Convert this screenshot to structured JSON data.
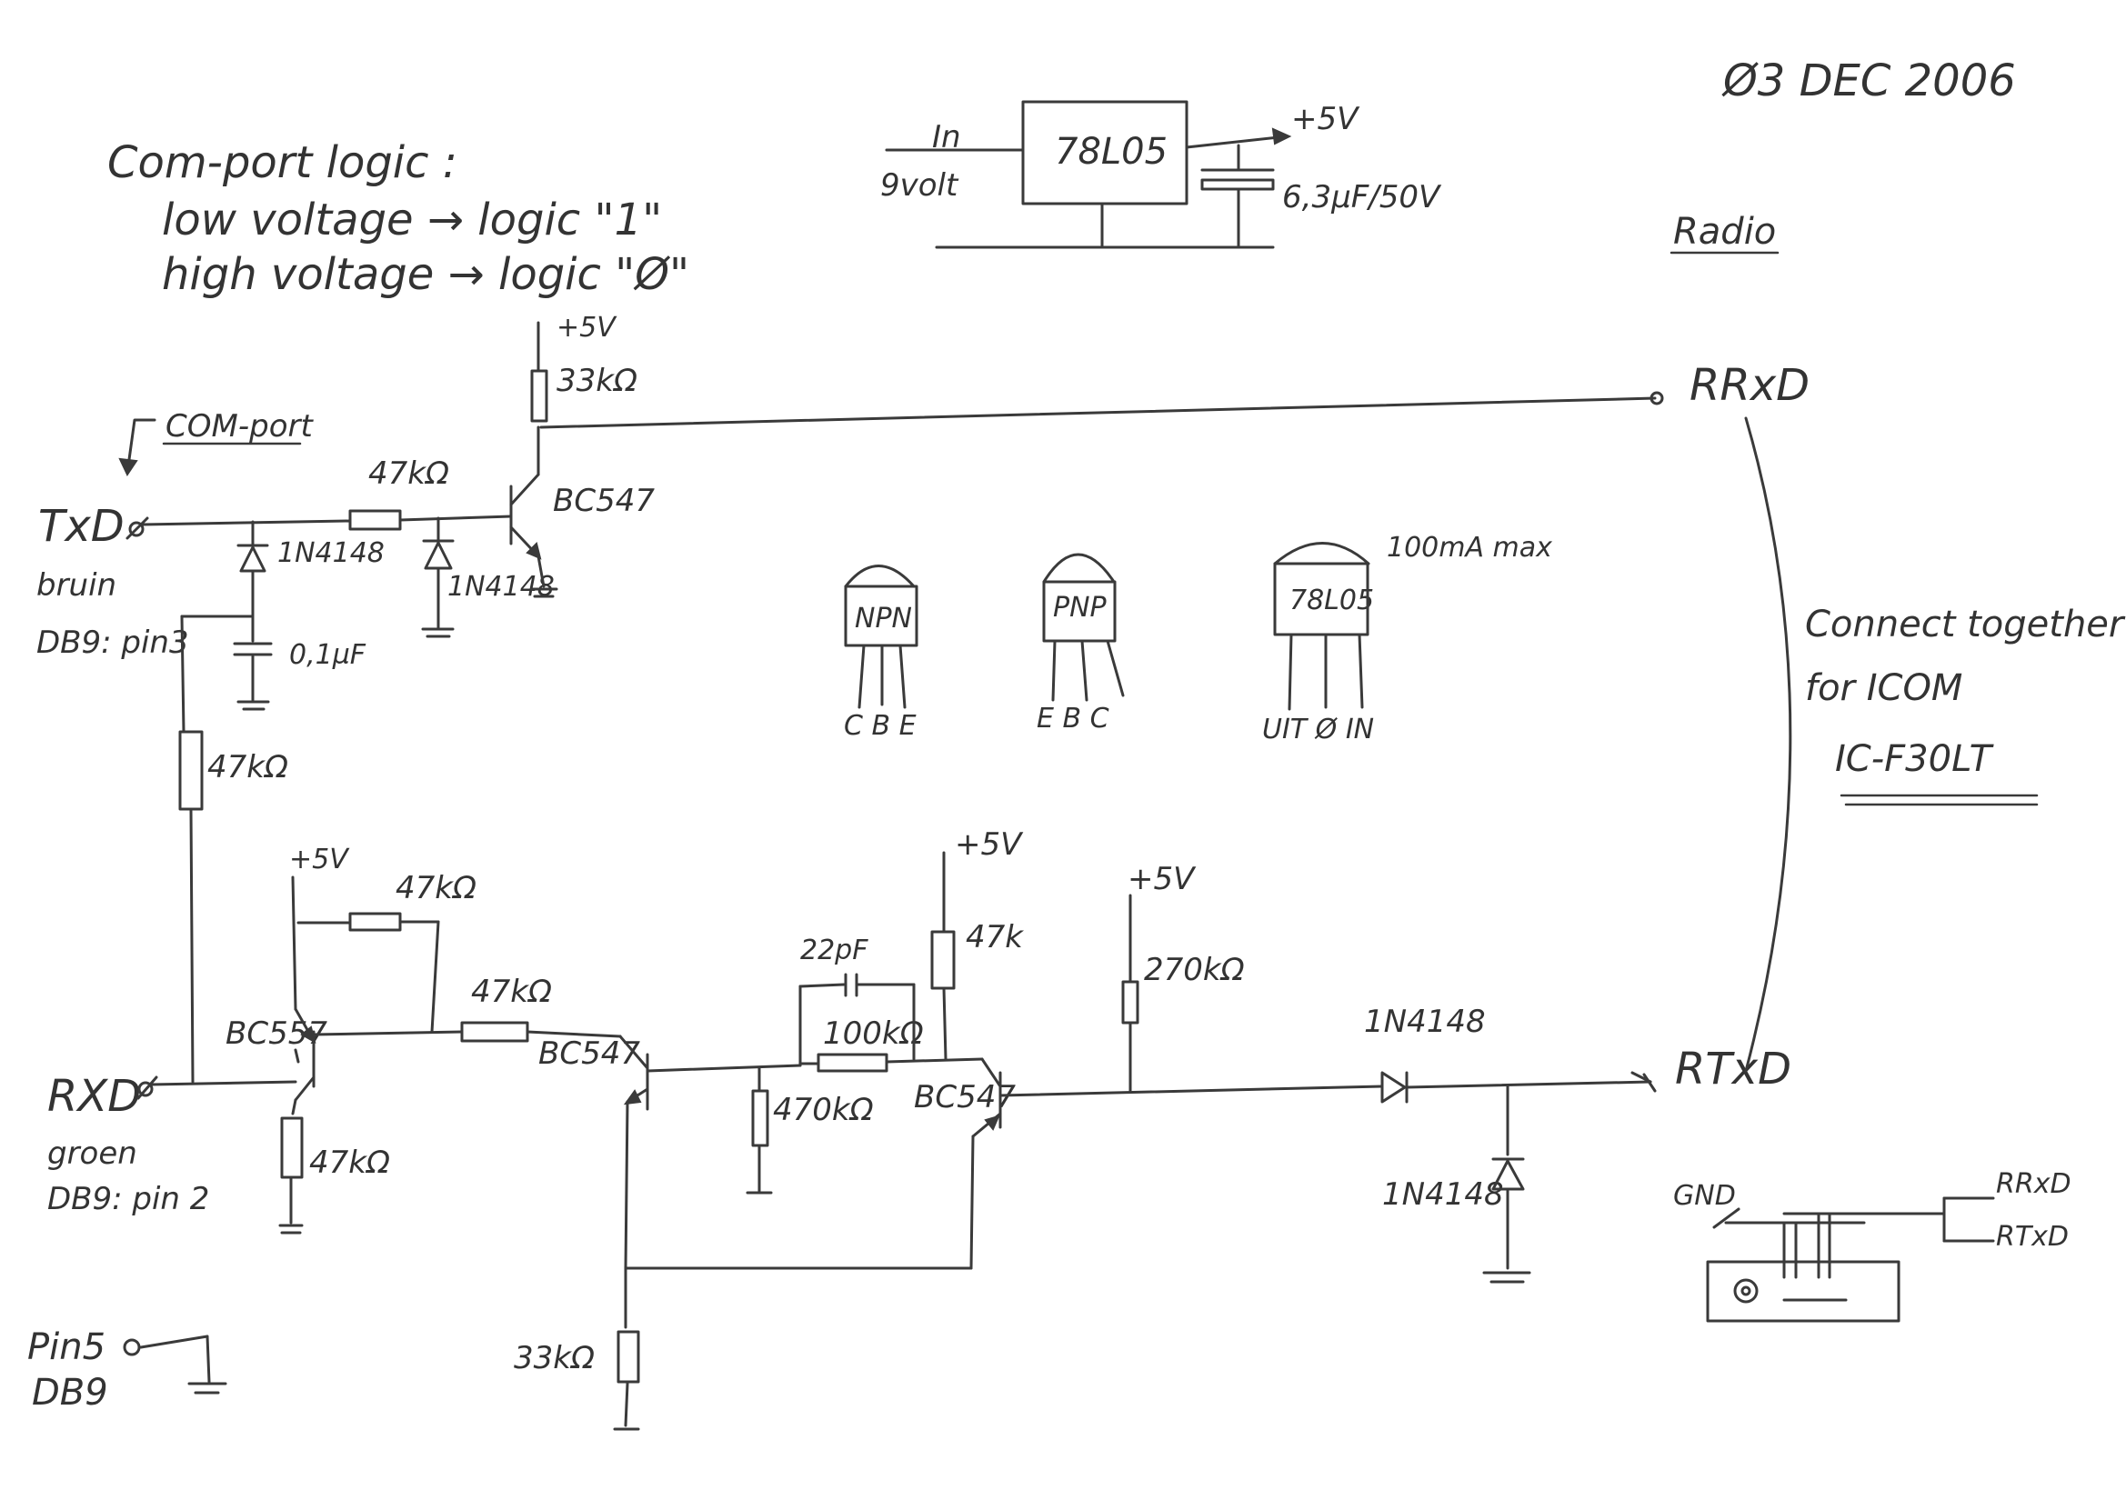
{
  "header": {
    "date": "Ø3 DEC 2006",
    "radio_heading": "Radio"
  },
  "legend": {
    "title": "Com-port logic :",
    "line1": "low voltage → logic \"1\"",
    "line2": "high voltage → logic \"Ø\""
  },
  "regulator": {
    "in_label": "In",
    "in_voltage": "9volt",
    "chip": "78L05",
    "out_label": "+5V",
    "cap_label": "6,3µF/50V"
  },
  "com_port": {
    "label": "COM-port",
    "txd": "TxD",
    "txd_color": "bruin",
    "txd_pin": "DB9: pin3",
    "rxd": "RXD",
    "rxd_color": "groen",
    "rxd_pin": "DB9: pin 2",
    "pin5": "Pin5",
    "pin5_db": "DB9"
  },
  "tx_section": {
    "supply": "+5V",
    "r_collector": "33kΩ",
    "r_base": "47kΩ",
    "transistor": "BC547",
    "diode1": "1N4148",
    "diode2": "1N4148",
    "cap": "0,1µF",
    "r_link": "47kΩ"
  },
  "rx_section": {
    "supply1": "+5V",
    "r_feedback": "47kΩ",
    "pnp": "BC557",
    "r_emitter": "47kΩ",
    "r_series": "47kΩ",
    "npn1": "BC547",
    "cap_22": "22pF",
    "r_100k": "100kΩ",
    "r_470k": "470kΩ",
    "npn2": "BC547",
    "supply2": "+5V",
    "r_47k": "47k",
    "supply3": "+5V",
    "r_270k": "270kΩ",
    "r_33k": "33kΩ",
    "diode_series": "1N4148",
    "diode_shunt": "1N4148"
  },
  "radio": {
    "rrxd": "RRxD",
    "rtxd": "RTxD",
    "note_line1": "Connect together",
    "note_line2": "for ICOM",
    "model": "IC-F30LT",
    "gnd": "GND",
    "conn_rrxd": "RRxD",
    "conn_rtxd": "RTxD"
  },
  "pinouts": {
    "npn_name": "NPN",
    "npn_pins": "C B E",
    "pnp_name": "PNP",
    "pnp_pins": "E B C",
    "reg_name": "78L05",
    "reg_note": "100mA max",
    "reg_pins": "UIT Ø IN"
  }
}
